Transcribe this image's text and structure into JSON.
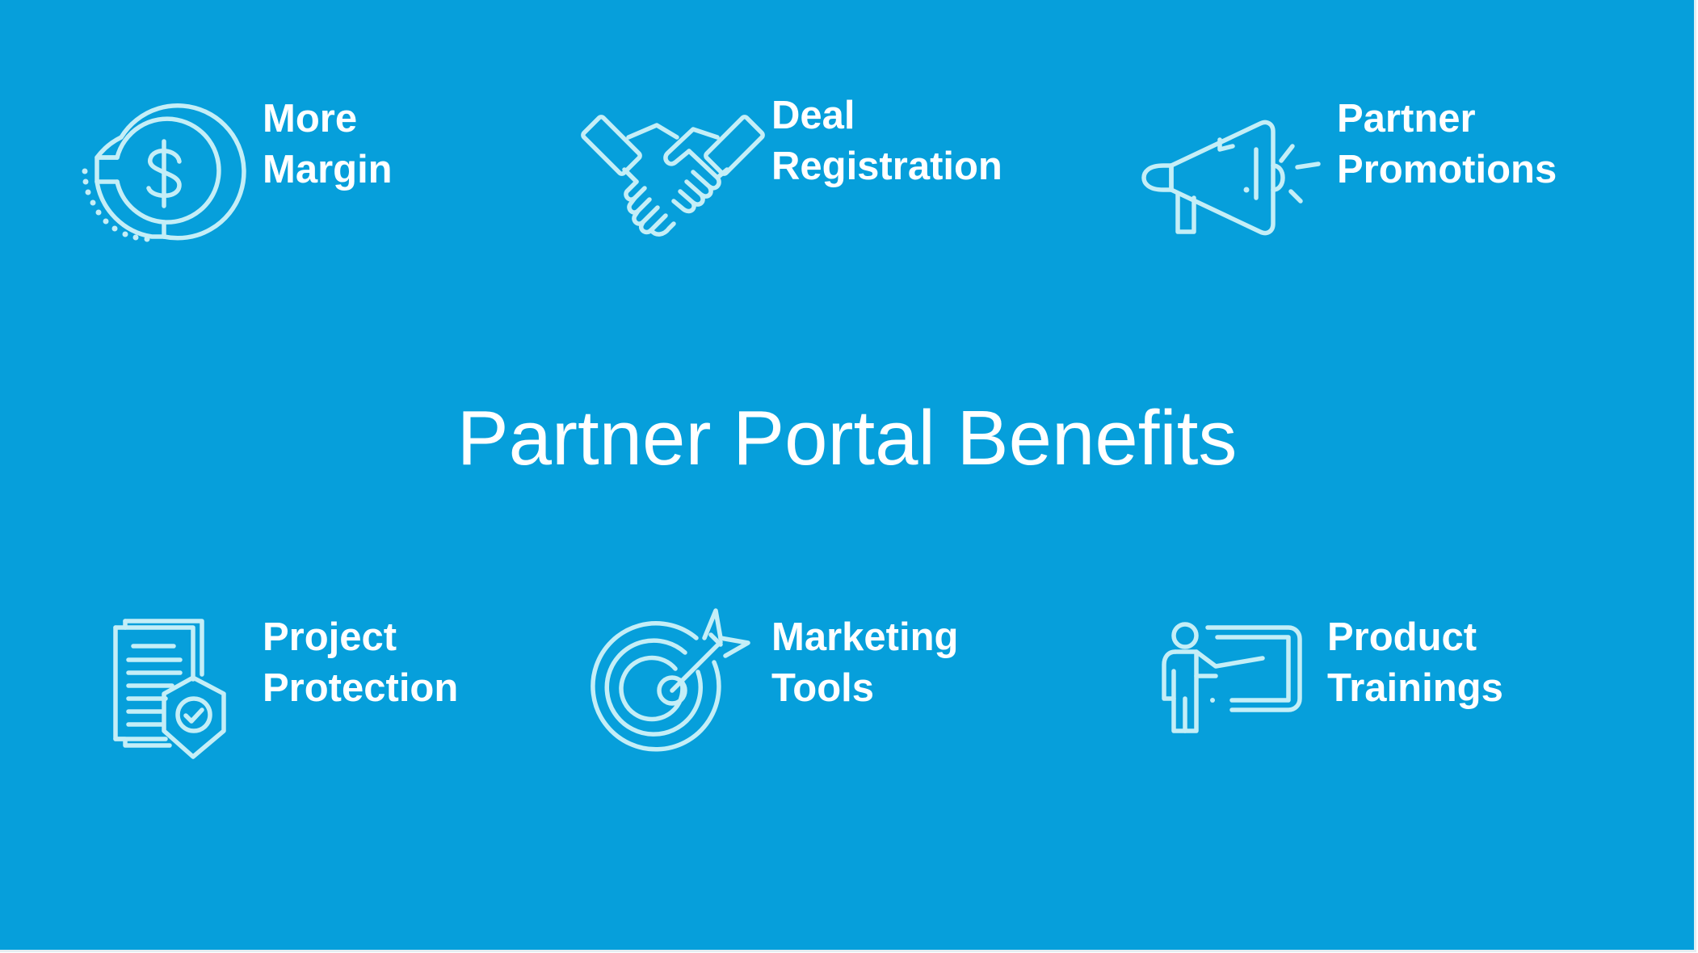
{
  "title": "Partner Portal Benefits",
  "benefits": [
    {
      "icon": "dollar-coin-icon",
      "line1": "More",
      "line2": "Margin"
    },
    {
      "icon": "handshake-icon",
      "line1": "Deal",
      "line2": "Registration"
    },
    {
      "icon": "megaphone-icon",
      "line1": "Partner",
      "line2": "Promotions"
    },
    {
      "icon": "document-shield-icon",
      "line1": "Project",
      "line2": "Protection"
    },
    {
      "icon": "target-arrow-icon",
      "line1": "Marketing",
      "line2": "Tools"
    },
    {
      "icon": "presenter-board-icon",
      "line1": "Product",
      "line2": "Trainings"
    }
  ],
  "colors": {
    "background": "#069fdb",
    "icon_stroke": "#c4eef7",
    "text": "#ffffff"
  }
}
